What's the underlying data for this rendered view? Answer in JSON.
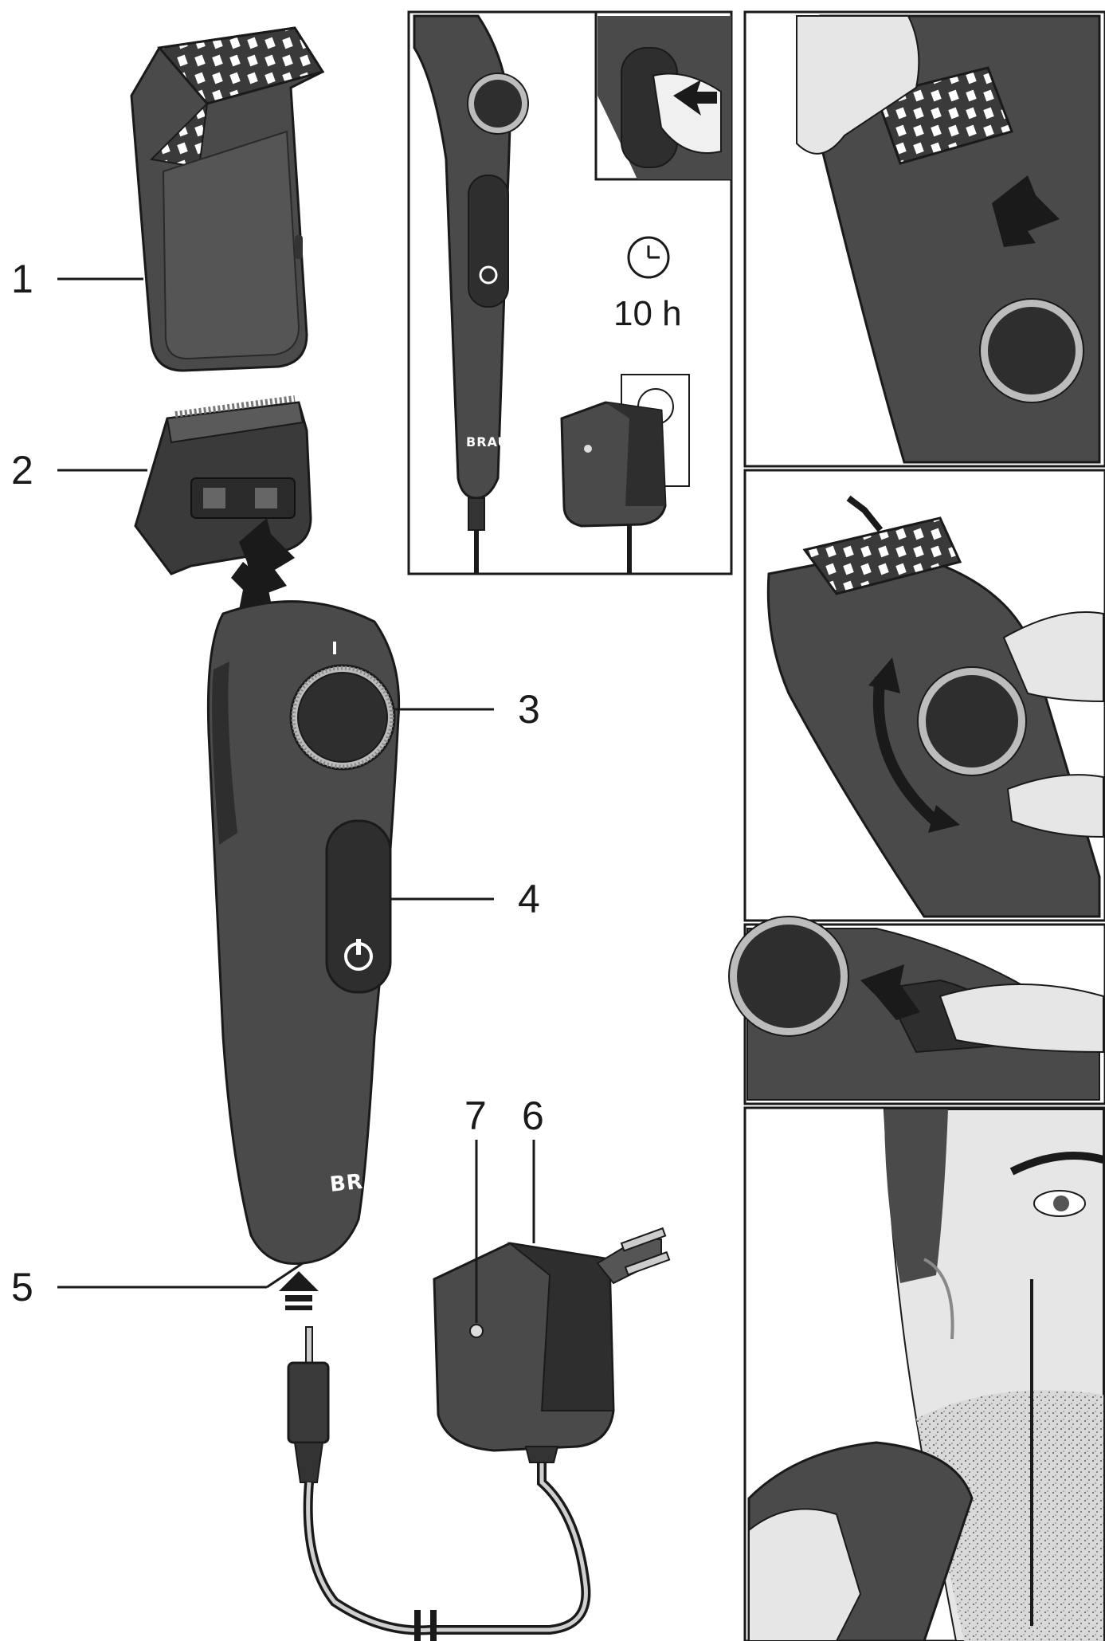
{
  "callouts": {
    "c1": "1",
    "c2": "2",
    "c3": "3",
    "c4": "4",
    "c5": "5",
    "c6": "6",
    "c7": "7"
  },
  "charge": {
    "duration": "10 h"
  },
  "brand": {
    "logo": "BRAUN"
  },
  "colors": {
    "body": "#4a4a4a",
    "body_dark": "#2e2e2e",
    "body_light": "#6a6a6a",
    "frame": "#1a1a1a",
    "skin": "#e6e6e6",
    "skin_shade": "#c8c8c8"
  }
}
